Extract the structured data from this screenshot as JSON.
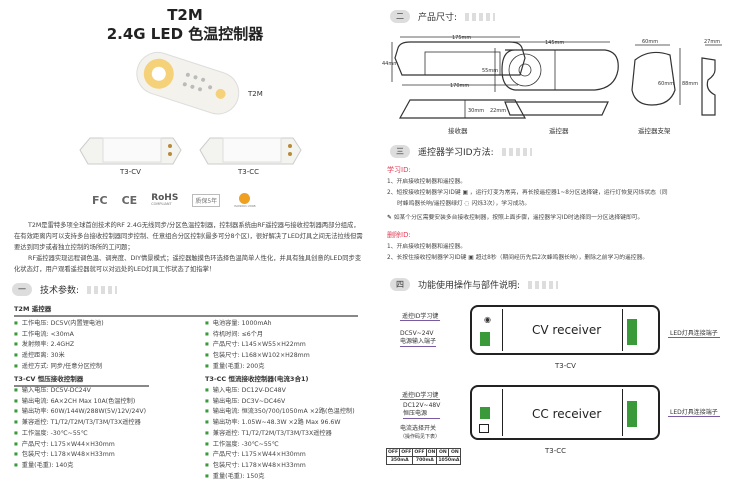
{
  "header": {
    "model": "T2M",
    "title": "2.4G LED 色温控制器"
  },
  "images": {
    "remote_label": "T2M",
    "cv_label": "T3-CV",
    "cc_label": "T3-CC"
  },
  "certs": [
    "FC",
    "CE",
    "RoHS",
    "COMPLIANT",
    "质保5年",
    "ISO9001:2008"
  ],
  "intro": [
    "T2M是雷特多项全球首创技术的RF 2.4G无线同步/分区色温控制器，控制器系统由RF遥控器与接收控制器两部分组成，在有效距离内可以支持多台接收控制器同步控制、任意组合分区控制(最多可分8个区)，很好解决了LED灯具之间无法拉线但需要达到同步或者独立控制的场所的工问题；",
    "RF遥控器实现远程调色温、调亮度、DIY情景模式；遥控器触摸色环选择色温简单人性化，并具有独具创意的LED同步变化状态灯，用户观看遥控器就可以对远处的LED灯具工作状态了如指掌！"
  ],
  "sec1": {
    "num": "一",
    "title": "技术参数:"
  },
  "t2m": {
    "title": "T2M 遥控器",
    "left": [
      "工作电压: DC5V(内置锂电池)",
      "工作电流: <30mA",
      "发射频率: 2.4GHZ",
      "遥控距离: 30米",
      "遥控方式: 同步/任意分区控制"
    ],
    "right": [
      "电池容量: 1000mAh",
      "待机时间: ≤6个月",
      "产品尺寸: L145×W55×H22mm",
      "包装尺寸: L168×W102×H28mm",
      "重量(毛重): 200克"
    ]
  },
  "t3cv": {
    "title": "T3-CV 恒压接收控制器",
    "items": [
      "输入电压: DC5V-DC24V",
      "输出电流: 6A×2CH   Max 10A(色温控制)",
      "输出功率: 60W/144W/288W(5V/12V/24V)",
      "兼容遥控: T1/T2/T2M/T3/T3M/T3X遥控器",
      "工作温度: -30℃~55℃",
      "产品尺寸: L175×W44×H30mm",
      "包装尺寸: L178×W48×H33mm",
      "重量(毛重): 140克"
    ]
  },
  "t3cc": {
    "title": "T3-CC 恒流接收控制器(电流3合1)",
    "items": [
      "输入电压: DC12V-DC48V",
      "输出电压: DC3V~DC46V",
      "输出电流: 恒流350/700/1050mA ×2路(色温控制)",
      "输出功率: 1.05W~48.3W ×2路  Max 96.6W",
      "兼容遥控: T1/T2/T2M/T3/T3M/T3X遥控器",
      "工作温度: -30℃~55℃",
      "产品尺寸: L175×W44×H30mm",
      "包装尺寸: L178×W48×H33mm",
      "重量(毛重): 150克"
    ]
  },
  "sec2": {
    "num": "二",
    "title": "产品尺寸:"
  },
  "dims": {
    "recv_len": "175mm",
    "recv_w": "44mm",
    "recv_len2": "170mm",
    "recv_h": "30mm",
    "remote_len": "145mm",
    "remote_w": "55mm",
    "remote_h": "22mm",
    "holder_w": "60mm",
    "holder_h": "60mm",
    "holder_d": "27mm",
    "holder_h2": "88mm",
    "recv_label": "接收器",
    "remote_label": "遥控器",
    "holder_label": "遥控器支架"
  },
  "sec3": {
    "num": "三",
    "title": "遥控器学习ID方法:",
    "learn_title": "学习ID:",
    "learn": [
      "1、开启接收控制器和遥控器。",
      "2、短按接收控制器学习ID键 ▣ ，运行灯变为常亮，再长按遥控器1~8分区选择键，运行灯恢复闪烁状态（同",
      "时蜂鸣器长响/遥控器绿灯 ◌ 闪烁3次），学习成功。"
    ],
    "note": "如某个分区需要安装多台接收控制器，按照上面步骤，遥控器学习ID时选择同一分区选择键即可。",
    "delete_title": "删除ID:",
    "delete": [
      "1、开启接收控制器和遥控器。",
      "2、长按住接收控制器学习ID键 ▣ 超过8秒（期间经历先后2次蜂鸣器长响），删除之前学习的遥控器。"
    ]
  },
  "sec4": {
    "num": "四",
    "title": "功能使用操作与部件说明:"
  },
  "cv": {
    "id_key": "遥控ID学习键",
    "power1": "DC5V~24V",
    "power2": "电源输入端子",
    "receiver": "CV receiver",
    "led": "LED灯具连接端子",
    "name": "T3-CV"
  },
  "cc": {
    "id_key": "遥控ID学习键",
    "power1": "DC12V~48V",
    "power2": "恒压电源",
    "switch1": "电流选择开关",
    "switch2": "（操作码见下表）",
    "receiver": "CC receiver",
    "led": "LED灯具连接端子",
    "name": "T3-CC",
    "table": {
      "sw": [
        "OFF",
        "OFF",
        "OFF",
        "ON",
        "ON",
        "ON"
      ],
      "current": [
        "350mA",
        "700mA",
        "1050mA"
      ]
    }
  },
  "colors": {
    "green": "#3a9a3a",
    "red": "#e0405a",
    "purple": "#7a5aa0"
  }
}
